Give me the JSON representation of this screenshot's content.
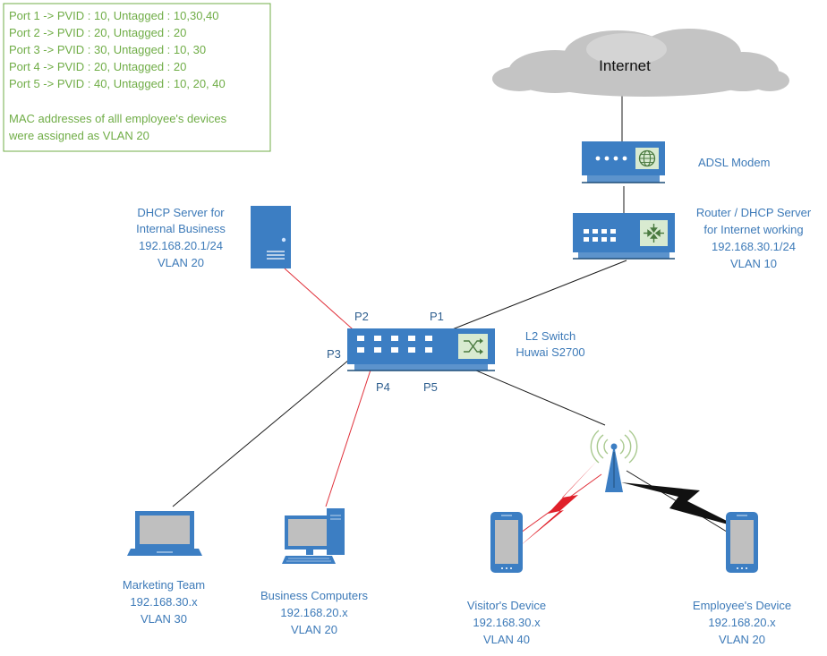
{
  "notes": {
    "lines": [
      "Port 1 -> PVID : 10, Untagged : 10,30,40",
      "Port 2 -> PVID : 20, Untagged : 20",
      "Port 3 -> PVID : 30, Untagged : 10, 30",
      "Port 4 -> PVID : 20, Untagged : 20",
      "Port 5 -> PVID : 40, Untagged : 10, 20, 40",
      "",
      "MAC addresses of alll employee's devices",
      "were assigned as VLAN 20"
    ]
  },
  "internet": {
    "label": "Internet"
  },
  "modem": {
    "label": "ADSL Modem"
  },
  "router": {
    "lines": [
      "Router / DHCP Server",
      "for Internet working",
      "192.168.30.1/24",
      "VLAN 10"
    ]
  },
  "dhcp_server": {
    "lines": [
      "DHCP Server for",
      "Internal Business",
      "192.168.20.1/24",
      "VLAN 20"
    ]
  },
  "switch": {
    "lines": [
      "L2 Switch",
      "Huwai S2700"
    ]
  },
  "ports": {
    "p1": "P1",
    "p2": "P2",
    "p3": "P3",
    "p4": "P4",
    "p5": "P5"
  },
  "marketing": {
    "lines": [
      "Marketing Team",
      "192.168.30.x",
      "VLAN 30"
    ]
  },
  "business": {
    "lines": [
      "Business Computers",
      "192.168.20.x",
      "VLAN 20"
    ]
  },
  "visitor": {
    "lines": [
      "Visitor's Device",
      "192.168.30.x",
      "VLAN 40"
    ]
  },
  "employee": {
    "lines": [
      "Employee's Device",
      "192.168.20.x",
      "VLAN 20"
    ]
  },
  "colors": {
    "device_blue": "#3c7ec3",
    "label_blue": "#3d7ab8",
    "notes_green": "#70ad47",
    "vlan20_link": "#e0303a",
    "link_black": "#1a1a1a",
    "cloud_gray": "#bfbfbf"
  },
  "icons": [
    "cloud-icon",
    "modem-icon",
    "router-icon",
    "server-icon",
    "switch-icon",
    "laptop-icon",
    "desktop-icon",
    "antenna-icon",
    "phone-icon",
    "lightning-icon"
  ]
}
